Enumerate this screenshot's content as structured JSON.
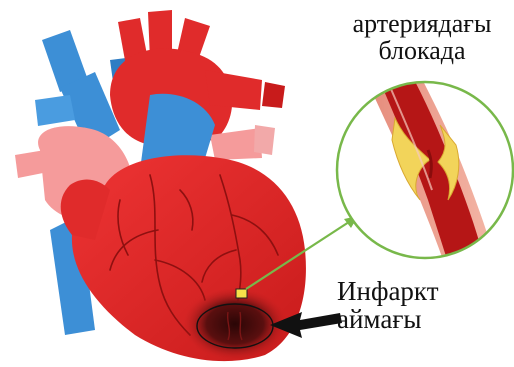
{
  "labels": {
    "artery_blockage_line1": "артериядағы",
    "artery_blockage_line2": "блокада",
    "infarct_zone_line1": "Инфаркт",
    "infarct_zone_line2": "аймағы"
  },
  "colors": {
    "heart_red": "#e02b2b",
    "vessel_blue": "#3d8fd6",
    "atrium_pink": "#f59b9b",
    "pointer_green": "#78b84a",
    "plaque_yellow": "#f2d45a",
    "infarct_dark": "#3a0d0d"
  }
}
